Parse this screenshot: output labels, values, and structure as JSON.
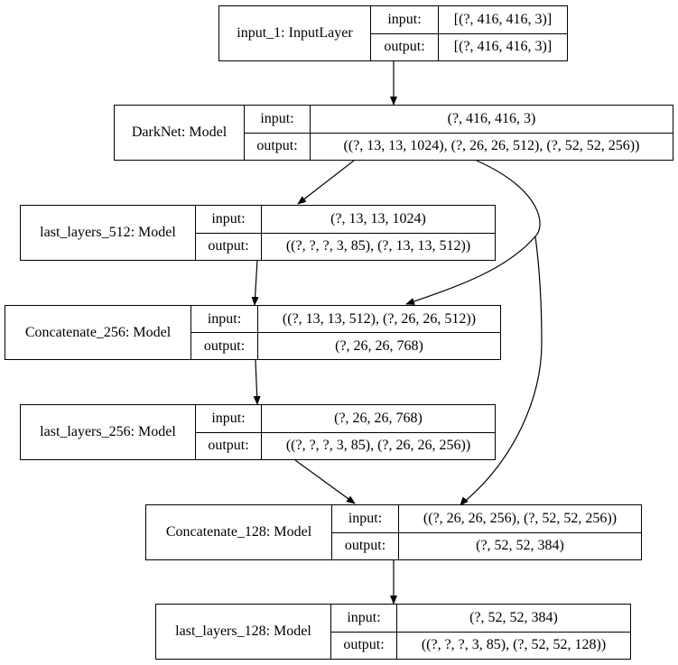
{
  "io_labels": {
    "input": "input:",
    "output": "output:"
  },
  "nodes": [
    {
      "name": "input_1: InputLayer",
      "input": "[(?, 416, 416, 3)]",
      "output": "[(?, 416, 416, 3)]"
    },
    {
      "name": "DarkNet: Model",
      "input": "(?, 416, 416, 3)",
      "output": "((?, 13, 13, 1024), (?, 26, 26, 512), (?, 52, 52, 256))"
    },
    {
      "name": "last_layers_512: Model",
      "input": "(?, 13, 13, 1024)",
      "output": "((?, ?, ?, 3, 85), (?, 13, 13, 512))"
    },
    {
      "name": "Concatenate_256: Model",
      "input": "((?, 13, 13, 512), (?, 26, 26, 512))",
      "output": "(?, 26, 26, 768)"
    },
    {
      "name": "last_layers_256: Model",
      "input": "(?, 26, 26, 768)",
      "output": "((?, ?, ?, 3, 85), (?, 26, 26, 256))"
    },
    {
      "name": "Concatenate_128: Model",
      "input": "((?, 26, 26, 256), (?, 52, 52, 256))",
      "output": "(?, 52, 52, 384)"
    },
    {
      "name": "last_layers_128: Model",
      "input": "(?, 52, 52, 384)",
      "output": "((?, ?, ?, 3, 85), (?, 52, 52, 128))"
    }
  ],
  "edges": [
    {
      "from": "input_1: InputLayer",
      "to": "DarkNet: Model"
    },
    {
      "from": "DarkNet: Model",
      "to": "last_layers_512: Model"
    },
    {
      "from": "DarkNet: Model",
      "to": "Concatenate_256: Model"
    },
    {
      "from": "DarkNet: Model",
      "to": "Concatenate_128: Model"
    },
    {
      "from": "last_layers_512: Model",
      "to": "Concatenate_256: Model"
    },
    {
      "from": "Concatenate_256: Model",
      "to": "last_layers_256: Model"
    },
    {
      "from": "last_layers_256: Model",
      "to": "Concatenate_128: Model"
    },
    {
      "from": "Concatenate_128: Model",
      "to": "last_layers_128: Model"
    }
  ]
}
